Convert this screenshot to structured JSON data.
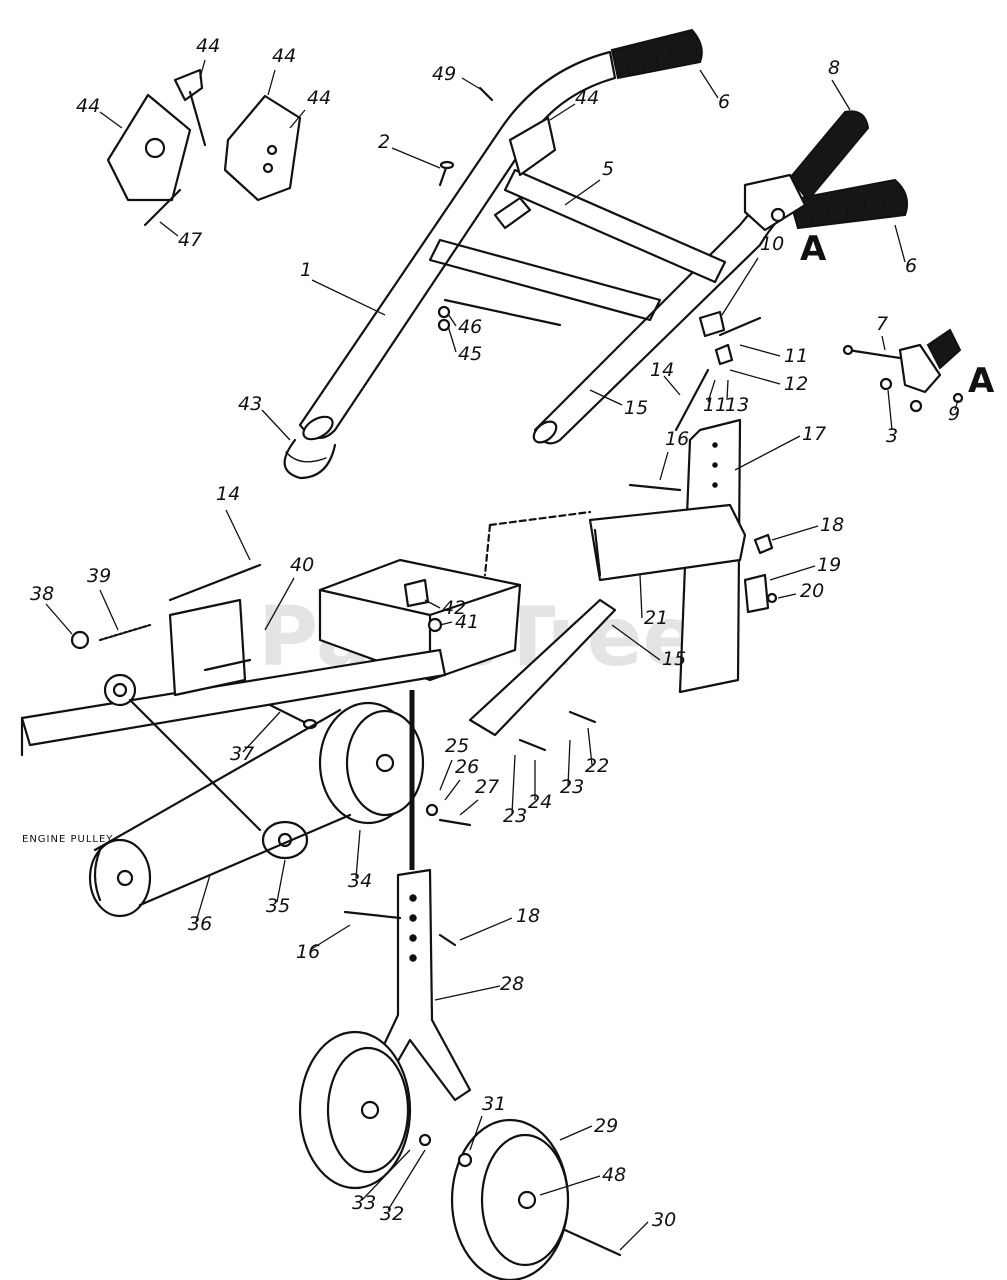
{
  "watermark": {
    "text": "PartsTree",
    "trademark": "TM"
  },
  "view_marker": "A",
  "engine_pulley_label": "ENGINE PULLEY",
  "callouts": [
    {
      "id": "c44a",
      "label": "44"
    },
    {
      "id": "c44b",
      "label": "44"
    },
    {
      "id": "c44c",
      "label": "44"
    },
    {
      "id": "c44d",
      "label": "44"
    },
    {
      "id": "c44e",
      "label": "44"
    },
    {
      "id": "c47",
      "label": "47"
    },
    {
      "id": "c49",
      "label": "49"
    },
    {
      "id": "c2",
      "label": "2"
    },
    {
      "id": "c6a",
      "label": "6"
    },
    {
      "id": "c8",
      "label": "8"
    },
    {
      "id": "c5",
      "label": "5"
    },
    {
      "id": "c6b",
      "label": "6"
    },
    {
      "id": "c1",
      "label": "1"
    },
    {
      "id": "c46",
      "label": "46"
    },
    {
      "id": "c45",
      "label": "45"
    },
    {
      "id": "c10",
      "label": "10"
    },
    {
      "id": "c11a",
      "label": "11"
    },
    {
      "id": "c12",
      "label": "12"
    },
    {
      "id": "c14a",
      "label": "14"
    },
    {
      "id": "c11b",
      "label": "11"
    },
    {
      "id": "c13",
      "label": "13"
    },
    {
      "id": "c7",
      "label": "7"
    },
    {
      "id": "c9",
      "label": "9"
    },
    {
      "id": "c3",
      "label": "3"
    },
    {
      "id": "c43",
      "label": "43"
    },
    {
      "id": "c15a",
      "label": "15"
    },
    {
      "id": "c16a",
      "label": "16"
    },
    {
      "id": "c17",
      "label": "17"
    },
    {
      "id": "c14b",
      "label": "14"
    },
    {
      "id": "c18a",
      "label": "18"
    },
    {
      "id": "c19",
      "label": "19"
    },
    {
      "id": "c20",
      "label": "20"
    },
    {
      "id": "c38",
      "label": "38"
    },
    {
      "id": "c39",
      "label": "39"
    },
    {
      "id": "c40",
      "label": "40"
    },
    {
      "id": "c42",
      "label": "42"
    },
    {
      "id": "c41",
      "label": "41"
    },
    {
      "id": "c21",
      "label": "21"
    },
    {
      "id": "c15b",
      "label": "15"
    },
    {
      "id": "c37",
      "label": "37"
    },
    {
      "id": "c25",
      "label": "25"
    },
    {
      "id": "c26",
      "label": "26"
    },
    {
      "id": "c27",
      "label": "27"
    },
    {
      "id": "c23a",
      "label": "23"
    },
    {
      "id": "c24",
      "label": "24"
    },
    {
      "id": "c23b",
      "label": "23"
    },
    {
      "id": "c22",
      "label": "22"
    },
    {
      "id": "c34",
      "label": "34"
    },
    {
      "id": "c35",
      "label": "35"
    },
    {
      "id": "c36",
      "label": "36"
    },
    {
      "id": "c16b",
      "label": "16"
    },
    {
      "id": "c18b",
      "label": "18"
    },
    {
      "id": "c28",
      "label": "28"
    },
    {
      "id": "c31",
      "label": "31"
    },
    {
      "id": "c29",
      "label": "29"
    },
    {
      "id": "c48",
      "label": "48"
    },
    {
      "id": "c33",
      "label": "33"
    },
    {
      "id": "c32",
      "label": "32"
    },
    {
      "id": "c30",
      "label": "30"
    }
  ]
}
